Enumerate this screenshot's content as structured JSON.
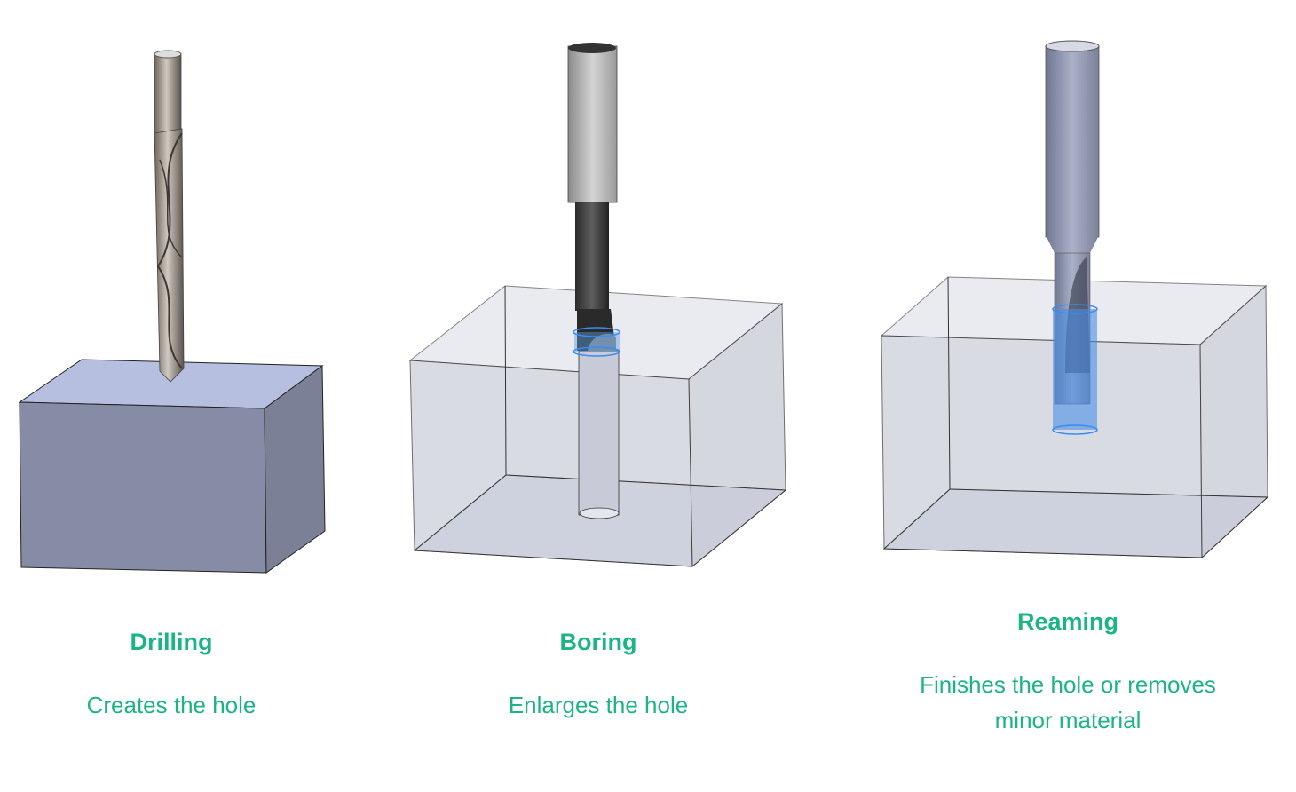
{
  "accent_color": "#1BB585",
  "panels": [
    {
      "title": "Drilling",
      "description": "Creates the hole",
      "tool": "twist-drill"
    },
    {
      "title": "Boring",
      "description": "Enlarges the hole",
      "tool": "boring-bar"
    },
    {
      "title": "Reaming",
      "description_line1": "Finishes the hole or removes",
      "description_line2": "minor material",
      "tool": "reamer"
    }
  ]
}
